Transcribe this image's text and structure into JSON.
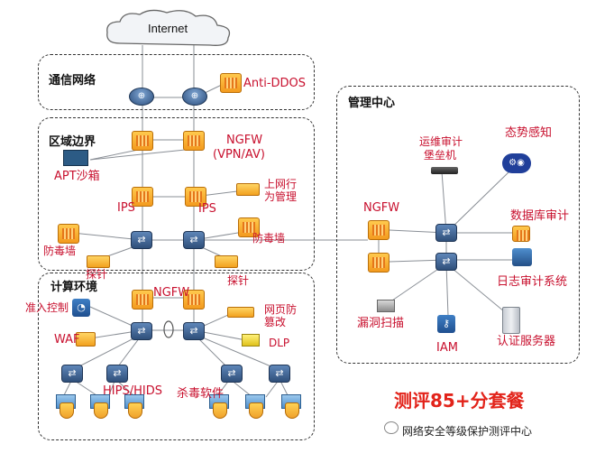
{
  "internet_label": "Internet",
  "zones": {
    "comm": "通信网络",
    "border": "区域边界",
    "compute": "计算环境",
    "mgmt": "管理中心"
  },
  "labels": {
    "anti_ddos": "Anti-DDOS",
    "ngfw_top_1": "NGFW",
    "ngfw_top_2": "(VPN/AV)",
    "apt": "APT沙箱",
    "ips_left": "IPS",
    "ips_right": "IPS",
    "behavior_1": "上网行",
    "behavior_2": "为管理",
    "av_wall_left": "防毒墙",
    "av_wall_right": "防毒墙",
    "probe_left": "探针",
    "probe_right": "探针",
    "ngfw_compute": "NGFW",
    "nac": "准入控制",
    "waf": "WAF",
    "webtamper_1": "网页防",
    "webtamper_2": "篡改",
    "dlp": "DLP",
    "hips": "HIPS/HIDS",
    "antivirus": "杀毒软件",
    "ngfw_mgmt": "NGFW",
    "ops_audit_1": "运维审计",
    "ops_audit_2": "堡垒机",
    "situational": "态势感知",
    "db_audit": "数据库审计",
    "log_audit": "日志审计系统",
    "vuln_scan": "漏洞扫描",
    "iam": "IAM",
    "auth_server": "认证服务器"
  },
  "promo": "测评85+分套餐",
  "watermark": "网络安全等级保护测评中心",
  "colors": {
    "accent_red": "#c8102e",
    "device_orange": "#f39a1e",
    "device_blue": "#2f4f7a"
  }
}
